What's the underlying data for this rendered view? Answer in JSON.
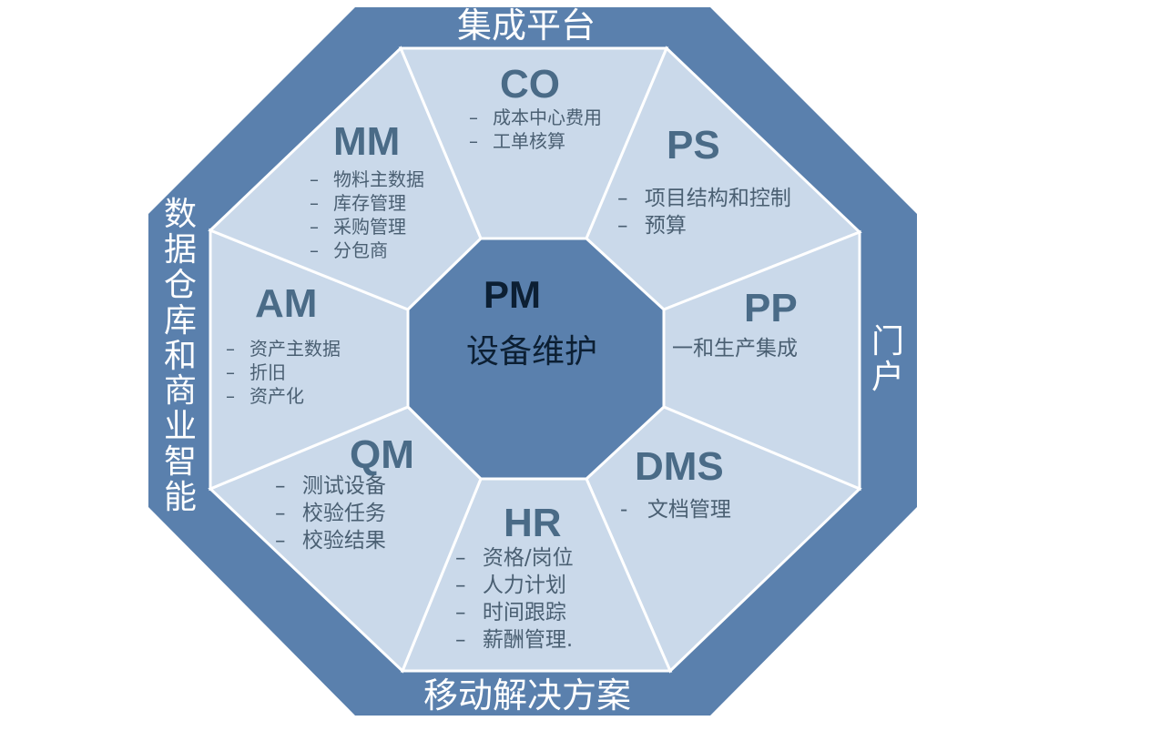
{
  "edges": {
    "top": "集成平台",
    "bottom": "移动解决方案",
    "left": [
      "数",
      "据",
      "仓",
      "库",
      "和",
      "商",
      "业",
      "智",
      "能"
    ],
    "right": [
      "门",
      "户"
    ]
  },
  "center": {
    "title": "PM",
    "subtitle": "设备维护"
  },
  "modules": {
    "co": {
      "title": "CO",
      "items": [
        "成本中心费用",
        "工单核算"
      ]
    },
    "ps": {
      "title": "PS",
      "items": [
        "项目结构和控制",
        "预算"
      ]
    },
    "pp": {
      "title": "PP",
      "items": [
        "一和生产集成"
      ]
    },
    "dms": {
      "title": "DMS",
      "items": [
        "文档管理"
      ]
    },
    "hr": {
      "title": "HR",
      "items": [
        "资格/岗位",
        "人力计划",
        "时间跟踪",
        "薪酬管理."
      ]
    },
    "qm": {
      "title": "QM",
      "items": [
        "测试设备",
        "校验任务",
        "校验结果"
      ]
    },
    "am": {
      "title": "AM",
      "items": [
        "资产主数据",
        "折旧",
        "资产化"
      ]
    },
    "mm": {
      "title": "MM",
      "items": [
        "物料主数据",
        "库存管理",
        "采购管理",
        "分包商"
      ]
    }
  },
  "colors": {
    "outer_band": "#5a80ad",
    "segment_fill": "#cad9ea",
    "divider": "#ffffff",
    "center_fill": "#5a80ad",
    "module_title": "#4a6b87"
  }
}
